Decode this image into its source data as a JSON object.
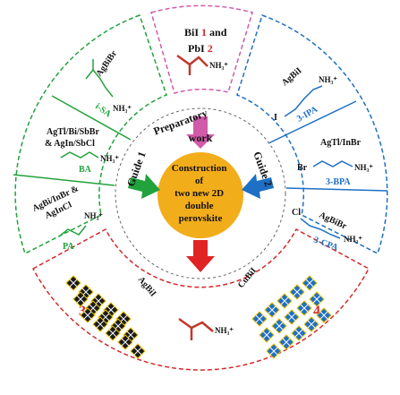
{
  "center": {
    "line1": "Construction",
    "line2": "of",
    "line3": "two new 2D",
    "line4": "double",
    "line5": "perovskite"
  },
  "guides": {
    "preparatory_line1": "Preparatory",
    "preparatory_line2": "work",
    "guide1": "Guide 1",
    "guide2": "Guide 2"
  },
  "top_section": {
    "compounds_line1_a": "BiI ",
    "compounds_line1_num": "1",
    "compounds_line1_b": " and",
    "compounds_line2_a": "PbI ",
    "compounds_line2_num": "2",
    "amine": "NH₃⁺"
  },
  "left_sections": {
    "isa_metal": "AgBiBr",
    "isa_label": "i-SA",
    "isa_amine": "NH₃⁺",
    "ba_metal_line1": "AgTl/Bi/SbBr",
    "ba_metal_line2": "& AgIn/SbCl",
    "ba_amine": "NH₃⁺",
    "ba_label": "BA",
    "pa_metal_line1": "AgBi/InBr &",
    "pa_metal_line2": "AgInCl",
    "pa_amine": "NH₃⁺",
    "pa_label": "PA"
  },
  "right_sections": {
    "ipa_metal": "AgBiI",
    "ipa_halogen": "I",
    "ipa_amine": "NH₃⁺",
    "ipa_label": "3-IPA",
    "bpa_metal": "AgTl/InBr",
    "bpa_halogen": "Br",
    "bpa_amine": "NH₃⁺",
    "bpa_label": "3-BPA",
    "cpa_metal": "AgBiBr",
    "cpa_halogen": "Cl",
    "cpa_amine": "NH₃⁺",
    "cpa_label": "3-CPA"
  },
  "bottom_section": {
    "left_metal": "AgBiI",
    "right_metal": "CuBiI",
    "amine": "NH₃⁺",
    "num_left": "3",
    "num_right": "4"
  },
  "colors": {
    "blue": "#1f6fc4",
    "green": "#22a23c",
    "red": "#d42a2a",
    "pink": "#d15aa9",
    "center_fill": "#f2ad1a"
  }
}
